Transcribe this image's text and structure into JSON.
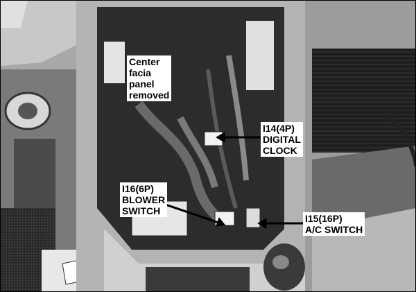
{
  "labels": {
    "panel": [
      "Center",
      "facia",
      "panel",
      "removed"
    ],
    "clock": [
      "I14(4P)",
      "DIGITAL",
      "CLOCK"
    ],
    "blower": [
      "I16(6P)",
      "BLOWER",
      "SWITCH"
    ],
    "ac": [
      "I15(16P)",
      "A/C SWITCH"
    ]
  }
}
